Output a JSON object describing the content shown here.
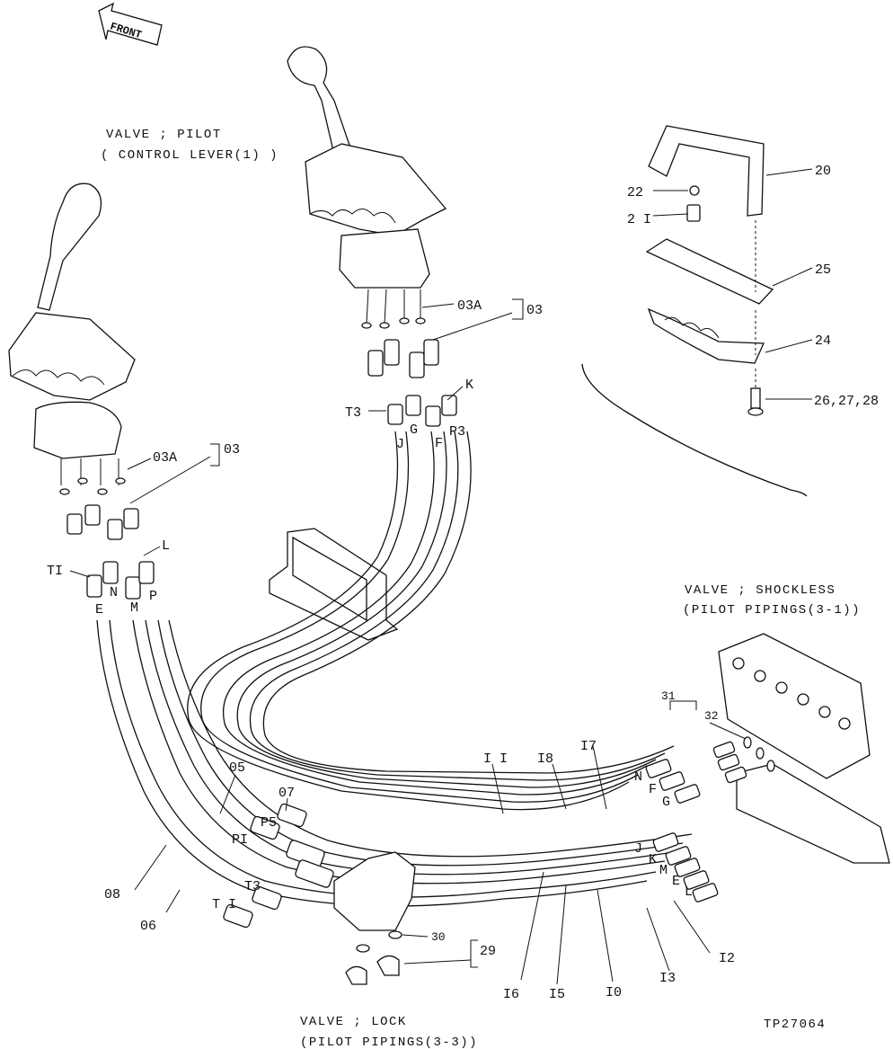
{
  "drawing_id": "TP27064",
  "front_arrow": "FRONT",
  "captions": {
    "pilot_valve_line1": "VALVE ; PILOT",
    "pilot_valve_line2": "( CONTROL LEVER(1) )",
    "shockless_line1": "VALVE ; SHOCKLESS",
    "shockless_line2": "(PILOT PIPINGS(3-1))",
    "lock_line1": "VALVE ; LOCK",
    "lock_line2": "(PILOT PIPINGS(3-3))"
  },
  "callouts": {
    "c20": "20",
    "c22": "22",
    "c21": "2 I",
    "c25": "25",
    "c24": "24",
    "c26": "26,27,28",
    "c03a_right": "03A",
    "c03_right": "03",
    "c03a_left": "03A",
    "c03_left": "03",
    "c05": "05",
    "c07": "07",
    "c08": "08",
    "c06": "06",
    "c11": "I I",
    "c18": "I8",
    "c17": "I7",
    "c31": "31",
    "c32": "32",
    "c16": "I6",
    "c15": "I5",
    "c10": "I0",
    "c13": "I3",
    "c12": "I2",
    "c30": "30",
    "c29": "29"
  },
  "port_letters": {
    "K": "K",
    "T3": "T3",
    "J": "J",
    "G": "G",
    "F": "F",
    "P3": "P3",
    "T1": "TI",
    "L": "L",
    "N": "N",
    "E": "E",
    "M": "M",
    "P": "P",
    "r_N": "N",
    "r_F": "F",
    "r_G": "G",
    "r_J": "J",
    "r_K": "K",
    "r_M": "M",
    "r_E": "E",
    "r_L": "L",
    "l_P5": "P5",
    "l_P1": "PI",
    "l_T3": "T3",
    "l_T1": "T I"
  }
}
